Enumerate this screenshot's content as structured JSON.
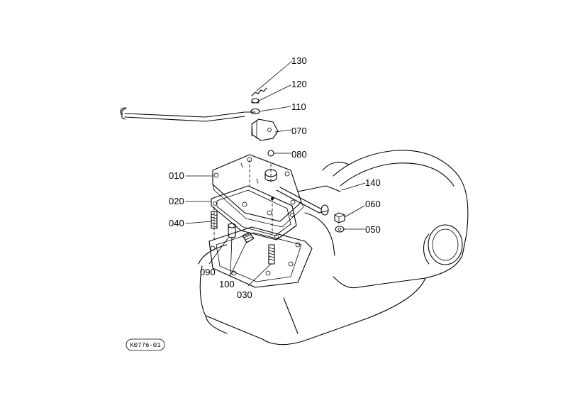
{
  "drawing_code": "K0776-01",
  "labels": {
    "p130": "130",
    "p120": "120",
    "p110": "110",
    "p070": "070",
    "p080": "080",
    "p010": "010",
    "p140": "140",
    "p020": "020",
    "p060": "060",
    "p040": "040",
    "p050": "050",
    "p090": "090",
    "p100": "100",
    "p030": "030"
  }
}
